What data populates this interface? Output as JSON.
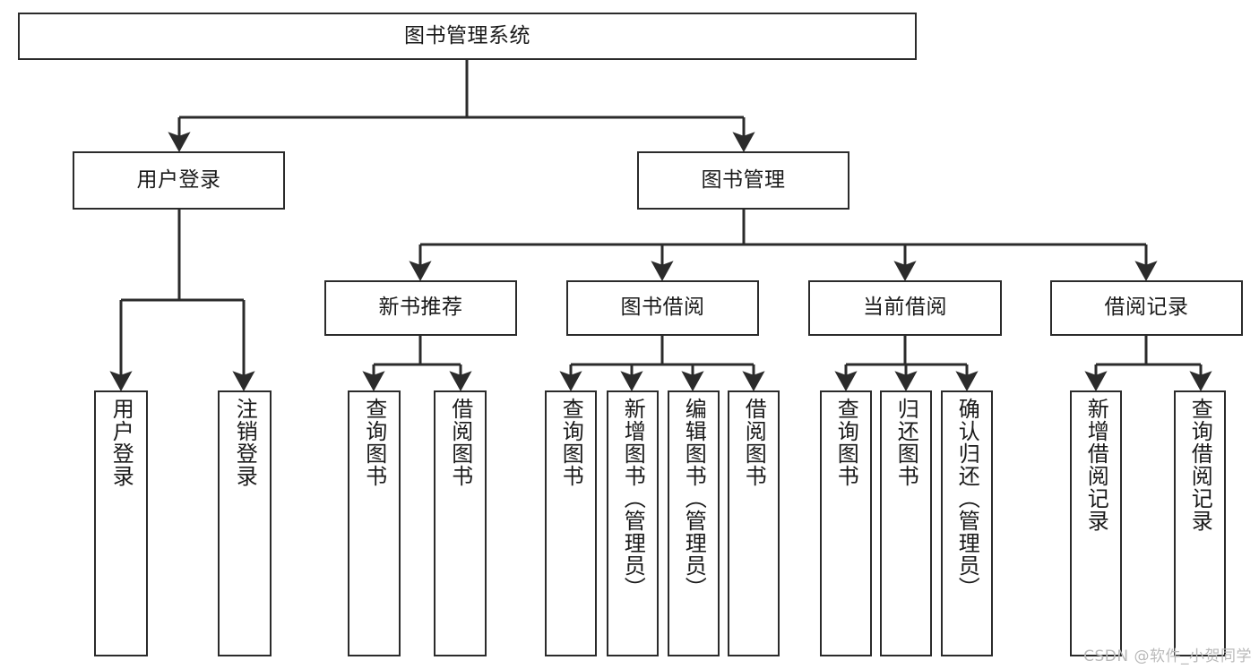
{
  "diagram": {
    "title_node": {
      "label": "图书管理系统"
    },
    "style": {
      "border_color": "#2b2b2b",
      "fill_color": "#ffffff",
      "text_color": "#1a1a1a",
      "background": "#ffffff",
      "watermark_color": "#b9b9b9"
    },
    "level2": [
      {
        "id": "user-login",
        "label": "用户登录"
      },
      {
        "id": "book-management",
        "label": "图书管理"
      }
    ],
    "level3": [
      {
        "id": "new-book-recommend",
        "label": "新书推荐"
      },
      {
        "id": "book-borrow",
        "label": "图书借阅"
      },
      {
        "id": "current-borrow",
        "label": "当前借阅"
      },
      {
        "id": "borrow-record",
        "label": "借阅记录"
      }
    ],
    "leaves": [
      {
        "id": "user-login-leaf",
        "label": "用户登录",
        "parent": "user-login"
      },
      {
        "id": "logout-leaf",
        "label": "注销登录",
        "parent": "user-login"
      },
      {
        "id": "query-book-rec",
        "label": "查询图书",
        "parent": "new-book-recommend"
      },
      {
        "id": "borrow-book-rec",
        "label": "借阅图书",
        "parent": "new-book-recommend"
      },
      {
        "id": "query-book-borrow",
        "label": "查询图书",
        "parent": "book-borrow"
      },
      {
        "id": "add-book-admin",
        "label": "新增图书（管理员）",
        "parent": "book-borrow"
      },
      {
        "id": "edit-book-admin",
        "label": "编辑图书（管理员）",
        "parent": "book-borrow"
      },
      {
        "id": "borrow-book",
        "label": "借阅图书",
        "parent": "book-borrow"
      },
      {
        "id": "query-book-current",
        "label": "查询图书",
        "parent": "current-borrow"
      },
      {
        "id": "return-book",
        "label": "归还图书",
        "parent": "current-borrow"
      },
      {
        "id": "confirm-return-admin",
        "label": "确认归还（管理员）",
        "parent": "current-borrow"
      },
      {
        "id": "add-borrow-record",
        "label": "新增借阅记录",
        "parent": "borrow-record"
      },
      {
        "id": "query-borrow-record",
        "label": "查询借阅记录",
        "parent": "borrow-record"
      }
    ],
    "watermark": "CSDN @软件_小贺同学"
  }
}
